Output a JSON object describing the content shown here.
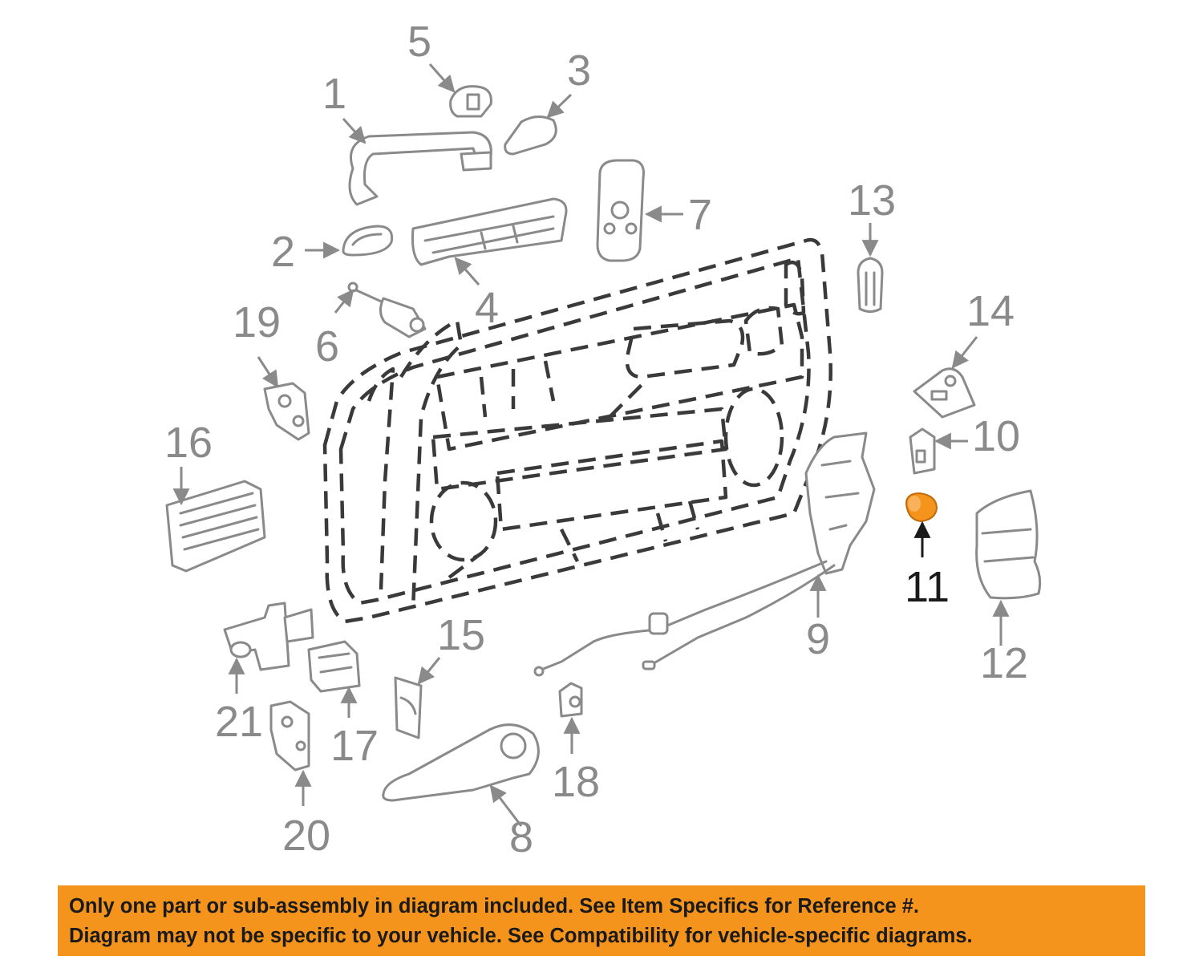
{
  "callouts": [
    {
      "id": "1",
      "label": "1"
    },
    {
      "id": "2",
      "label": "2"
    },
    {
      "id": "3",
      "label": "3"
    },
    {
      "id": "4",
      "label": "4"
    },
    {
      "id": "5",
      "label": "5"
    },
    {
      "id": "6",
      "label": "6"
    },
    {
      "id": "7",
      "label": "7"
    },
    {
      "id": "8",
      "label": "8"
    },
    {
      "id": "9",
      "label": "9"
    },
    {
      "id": "10",
      "label": "10"
    },
    {
      "id": "11",
      "label": "11",
      "highlighted": true
    },
    {
      "id": "12",
      "label": "12"
    },
    {
      "id": "13",
      "label": "13"
    },
    {
      "id": "14",
      "label": "14"
    },
    {
      "id": "15",
      "label": "15"
    },
    {
      "id": "16",
      "label": "16"
    },
    {
      "id": "17",
      "label": "17"
    },
    {
      "id": "18",
      "label": "18"
    },
    {
      "id": "19",
      "label": "19"
    },
    {
      "id": "20",
      "label": "20"
    },
    {
      "id": "21",
      "label": "21"
    }
  ],
  "notice": {
    "line1": "Only one part or sub-assembly in diagram included. See Item Specifics for Reference #.",
    "line2": "Diagram may not be specific to your vehicle. See Compatibility for vehicle-specific diagrams."
  },
  "colors": {
    "highlight_part": "#f5941d",
    "notice_background": "#f5941d",
    "outline": "#8a8a8a"
  }
}
